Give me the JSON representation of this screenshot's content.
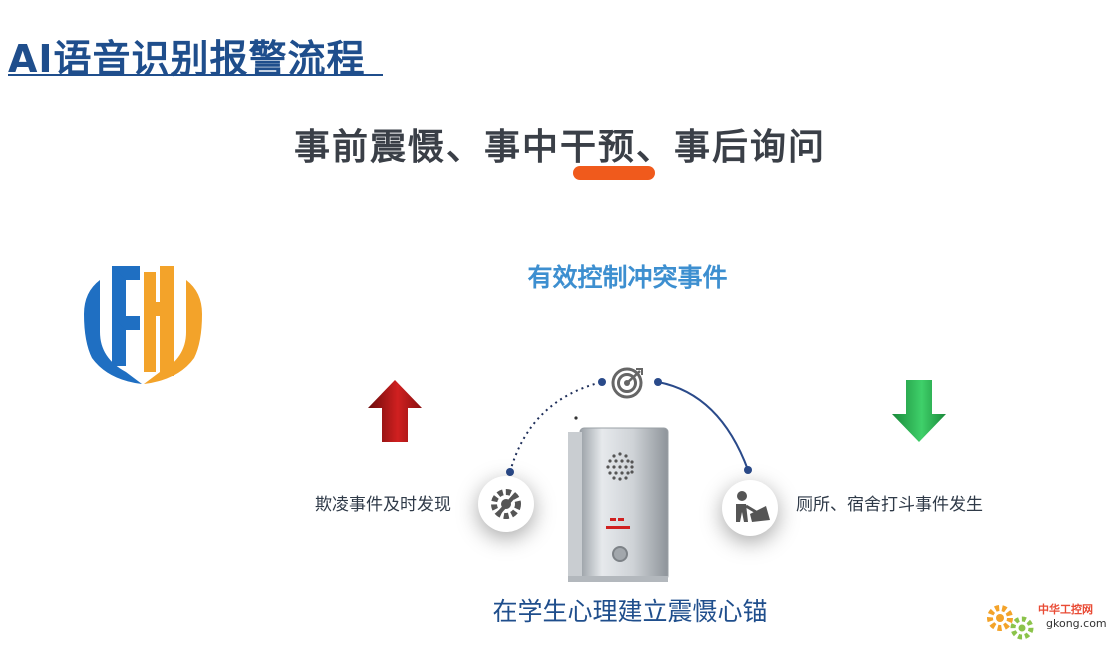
{
  "header": {
    "title": "AI语音识别报警流程"
  },
  "slogan": {
    "text": "事前震慑、事中干预、事后询问",
    "accent_color": "#f05a1c"
  },
  "diagram": {
    "goal": "有效控制冲突事件",
    "left_caption": "欺凌事件及时发现",
    "right_caption": "厕所、宿舍打斗事件发生",
    "bottom_caption": "在学生心理建立震慑心锚",
    "icons": [
      "target-icon",
      "settings-tools-icon",
      "worker-fight-icon",
      "up-arrow-icon",
      "down-arrow-icon"
    ]
  },
  "colors": {
    "title": "#1f4e8c",
    "goal": "#3d8fd0",
    "up_arrow": "#b01818",
    "down_arrow": "#22a650"
  },
  "watermark": {
    "name": "中华工控网",
    "url": "gkong.com"
  }
}
